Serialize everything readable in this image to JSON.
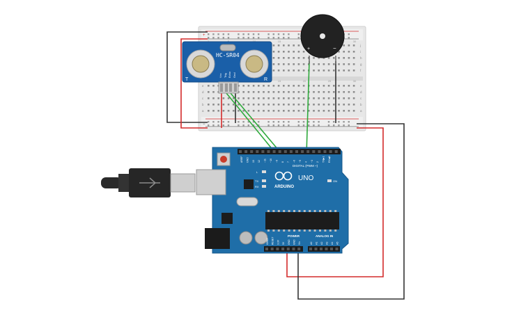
{
  "sensor": {
    "model": "HC-SR04",
    "left_mark": "T",
    "right_mark": "R",
    "pins": [
      "Vcc",
      "Trig",
      "Echo",
      "Gnd"
    ]
  },
  "buzzer": {
    "plus": "+",
    "minus": "−"
  },
  "breadboard": {
    "row_letters_top": [
      "j",
      "i",
      "h",
      "g",
      "f"
    ],
    "row_letters_bottom": [
      "e",
      "d",
      "c",
      "b",
      "a"
    ],
    "col_numbers": [
      "1",
      "5",
      "10",
      "15",
      "20",
      "25",
      "30"
    ],
    "rail_plus": "+",
    "rail_minus": "−"
  },
  "arduino": {
    "logo_text": "ARDUINO",
    "model": "UNO",
    "digital_label": "DIGITAL (PWM ~)",
    "power_label": "POWER",
    "analog_label": "ANALOG IN",
    "on_label": "ON",
    "led_labels": [
      "L",
      "TX",
      "RX"
    ],
    "top_pins": [
      "AREF",
      "GND",
      "13",
      "12",
      "~11",
      "~10",
      "~9",
      "8",
      "7",
      "~6",
      "~5",
      "4",
      "~3",
      "2",
      "TX▶1",
      "RX◀0"
    ],
    "power_pins": [
      "IOREF",
      "RESET",
      "3.3V",
      "5V",
      "GND",
      "GND",
      "Vin"
    ],
    "analog_pins": [
      "A0",
      "A1",
      "A2",
      "A3",
      "A4",
      "A5"
    ]
  },
  "colors": {
    "wire_red": "#d42a2a",
    "wire_black": "#333333",
    "wire_green": "#2faa3c",
    "board_blue": "#1f6ea8",
    "sensor_blue": "#1a5fa8",
    "breadboard": "#e8e8e8"
  }
}
